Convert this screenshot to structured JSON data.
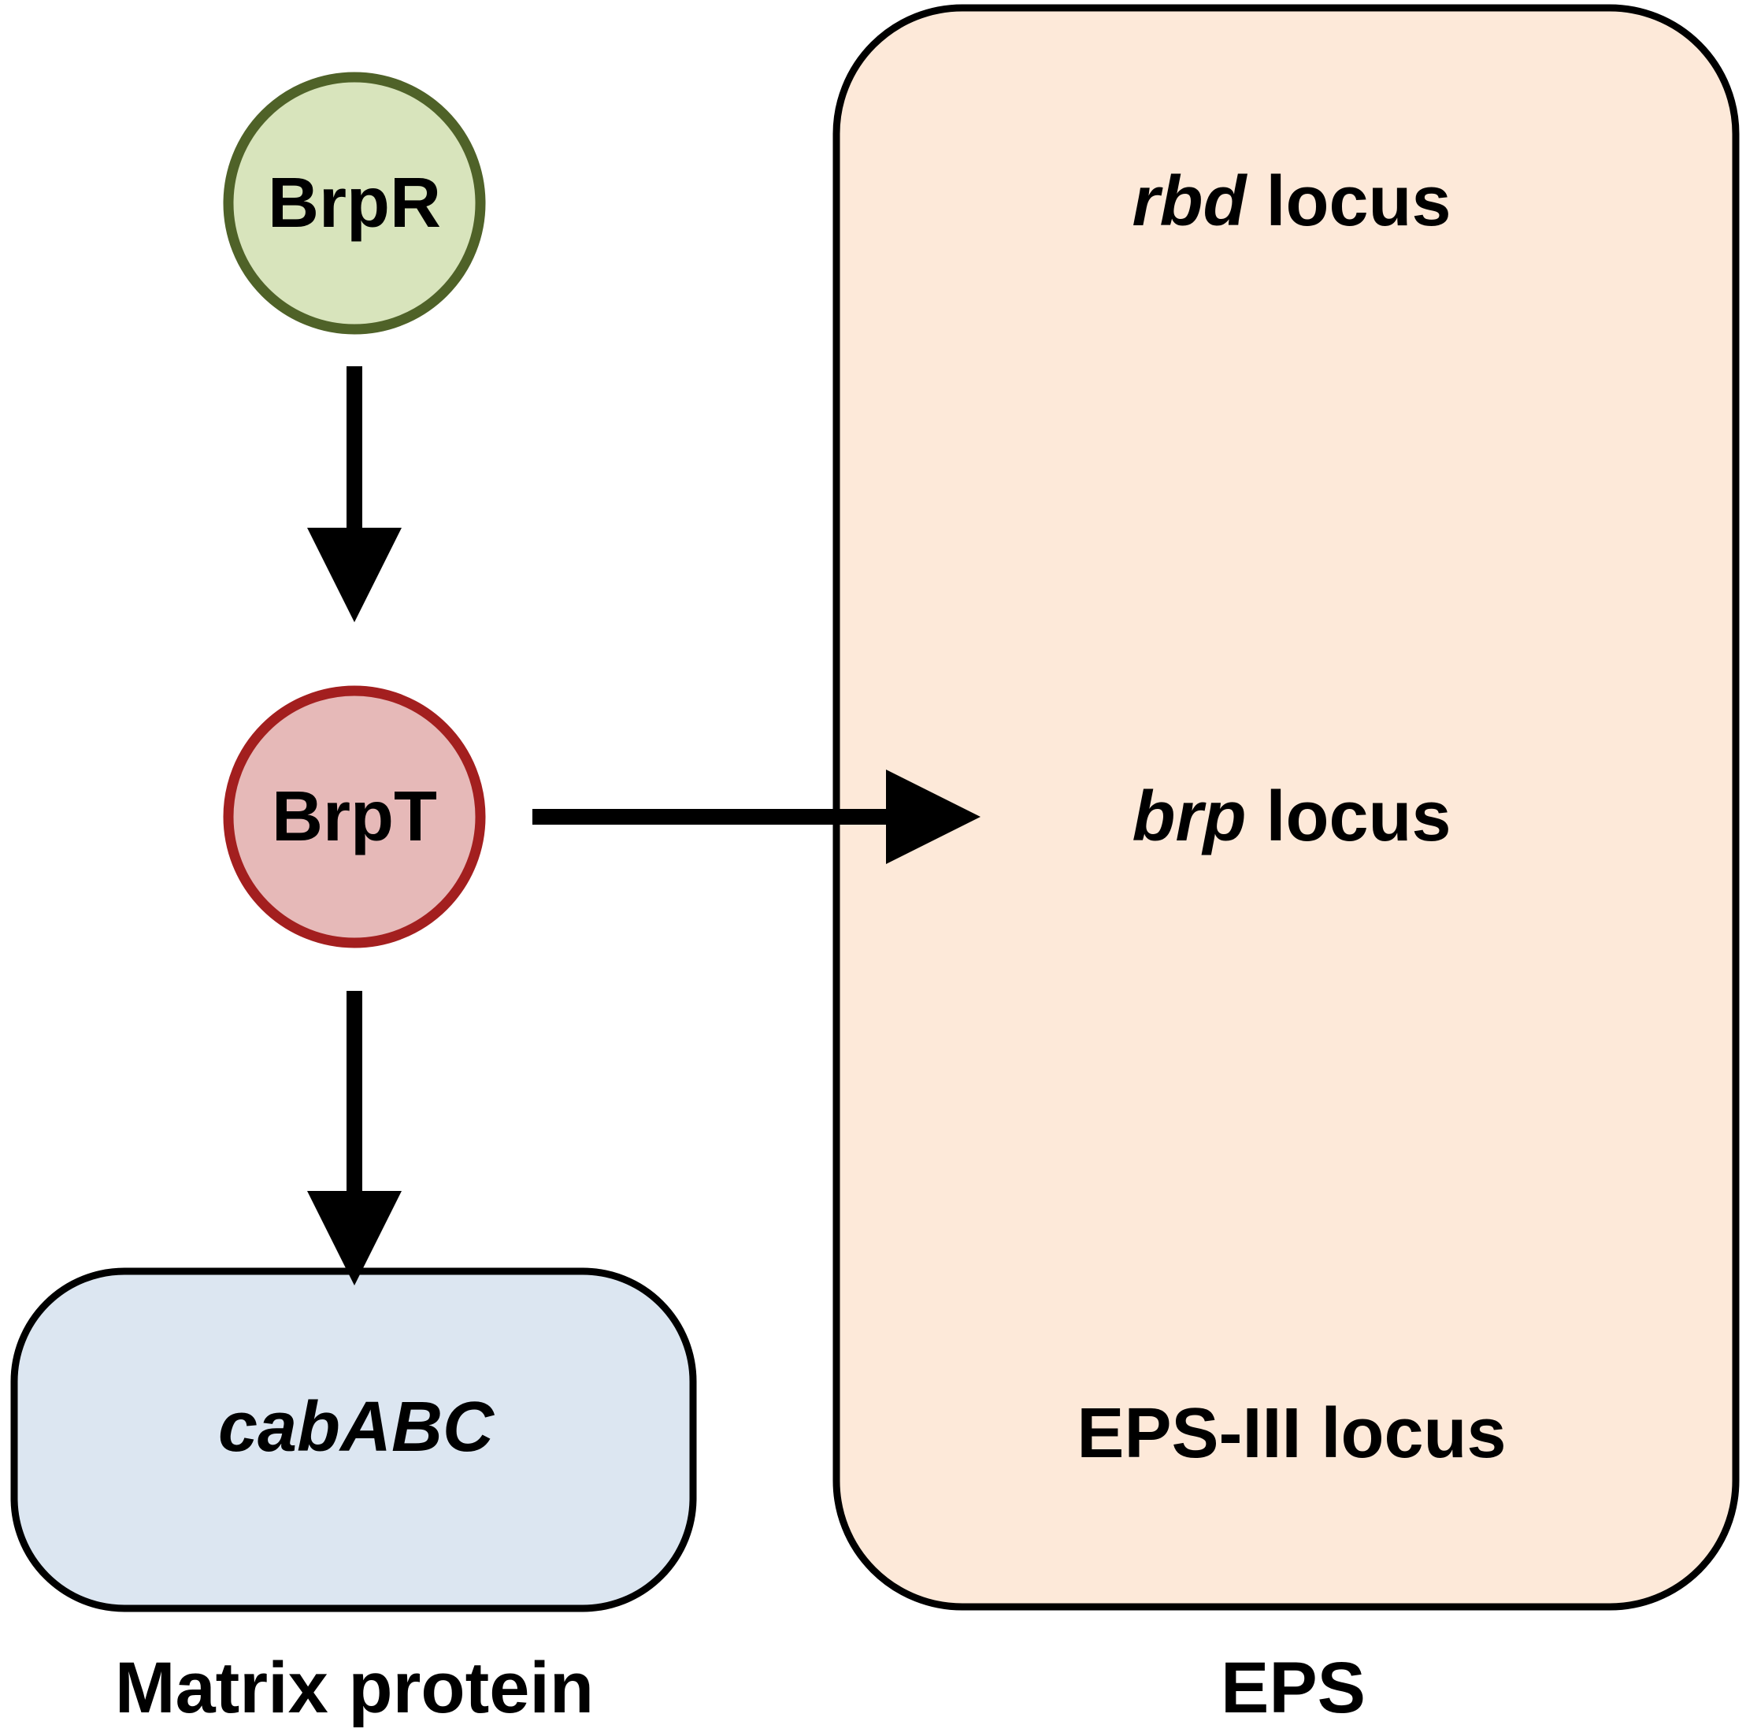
{
  "nodes": {
    "brpr": {
      "label": "BrpR",
      "fill": "#d8e4bc",
      "stroke": "#4f6228"
    },
    "brpt": {
      "label": "BrpT",
      "fill": "#e6b9b8",
      "stroke": "#a31f1f"
    }
  },
  "boxes": {
    "matrix": {
      "gene": "cabABC",
      "caption": "Matrix protein",
      "fill": "#dce6f1"
    },
    "eps": {
      "caption": "EPS",
      "fill": "#fde9d9",
      "loci": [
        {
          "italic": "rbd",
          "plain": " locus"
        },
        {
          "italic": "brp",
          "plain": " locus"
        },
        {
          "italic": "",
          "plain": "EPS-III locus"
        }
      ]
    }
  },
  "colors": {
    "outline": "#000000",
    "arrow": "#000000"
  }
}
